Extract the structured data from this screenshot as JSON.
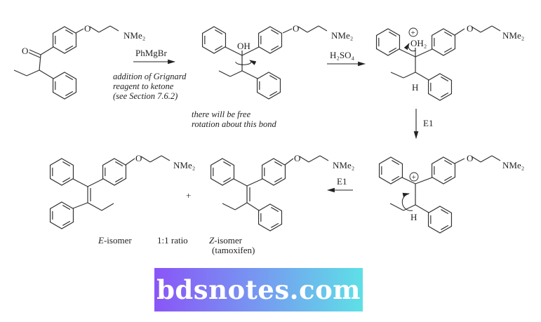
{
  "reagents": {
    "step1": "PhMgBr",
    "step1_note": [
      "addition of Grignard",
      "reagent to ketone",
      "(see Section 7.6.2)"
    ],
    "step2": "H₂SO₄",
    "step3": "E1",
    "step4": "E1"
  },
  "atoms": {
    "oxygen": "O",
    "amine": "NMe₂",
    "hydroxyl": "OH",
    "oxonium": "OH₂",
    "hydrogen": "H",
    "plus_charge": "+"
  },
  "notes": {
    "rotation": [
      "there will be free",
      "rotation about this bond"
    ]
  },
  "products": {
    "plus": "+",
    "e_label_italic": "E",
    "e_label_rest": "-isomer",
    "ratio": "1:1 ratio",
    "z_label_italic": "Z",
    "z_label_rest": "-isomer",
    "z_name": "(tamoxifen)"
  },
  "watermark": {
    "text": "bdsnotes.com",
    "gradient": [
      "#8a55f7",
      "#5ee0e6"
    ]
  }
}
